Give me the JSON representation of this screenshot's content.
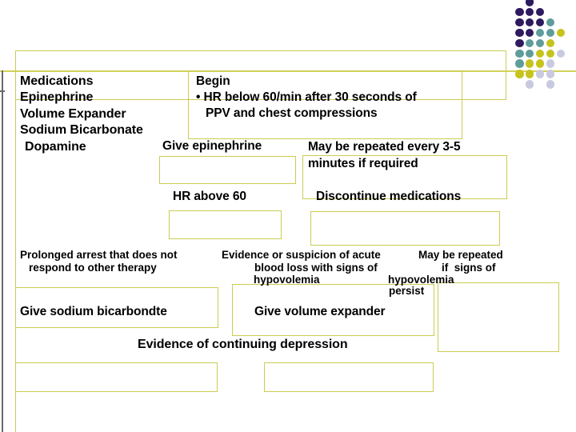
{
  "slide": {
    "background": "#FFFFFF"
  },
  "palette": {
    "border": "#CCCC54",
    "line": "#D2D25A",
    "edge_line": "#6A6A6A",
    "text": "#000000",
    "dot_purple": "#2E1A5F",
    "dot_teal": "#5F9C9C",
    "dot_yellow": "#C6C31D",
    "dot_lavender": "#C9C9DF"
  },
  "decorations": {
    "dots": {
      "legend": {
        "P": "dot_purple",
        "T": "dot_teal",
        "Y": "dot_yellow",
        "L": "dot_lavender"
      },
      "rows": [
        [
          null,
          "P",
          null,
          null,
          null
        ],
        [
          "P",
          "P",
          "P",
          null,
          null
        ],
        [
          "P",
          "P",
          "P",
          "T",
          null
        ],
        [
          "P",
          "P",
          "T",
          "T",
          "Y"
        ],
        [
          "P",
          "T",
          "T",
          "Y",
          null
        ],
        [
          "T",
          "T",
          "Y",
          "Y",
          "L"
        ],
        [
          "T",
          "Y",
          "Y",
          "L",
          null
        ],
        [
          "Y",
          "Y",
          "L",
          "L",
          null
        ],
        [
          null,
          "L",
          null,
          "L",
          null
        ]
      ]
    }
  },
  "medications_list": {
    "lines": [
      "Medications",
      "Epinephrine",
      "Volume Expander",
      "Sodium Bicarbonate",
      "Dopamine"
    ]
  },
  "begin_box": {
    "title": "Begin",
    "bullet_line": "• HR below 60/min after 30 seconds of",
    "cont_line": "PPV and chest compressions"
  },
  "flowchart": {
    "give_epinephrine": "Give epinephrine",
    "may_repeated_1": "May be repeated every 3-5",
    "may_repeated_2": "minutes if required",
    "hr_above_60": "HR above 60",
    "discontinue": "Discontinue medications",
    "prolonged_1": "Prolonged arrest that does not",
    "prolonged_2": "respond to other therapy",
    "acute_1": "Evidence or suspicion of acute",
    "acute_2": "blood loss with signs of",
    "acute_3": "hypovolemia",
    "repeat_hypo_1": "May be repeated",
    "repeat_hypo_2": "if  signs of",
    "repeat_hypo_3": "hypovolemia",
    "repeat_hypo_4": "persist",
    "give_bicarbonate": "Give sodium bicarbondte",
    "give_volume": "Give volume expander",
    "continuing_depression": "Evidence of continuing depression"
  }
}
